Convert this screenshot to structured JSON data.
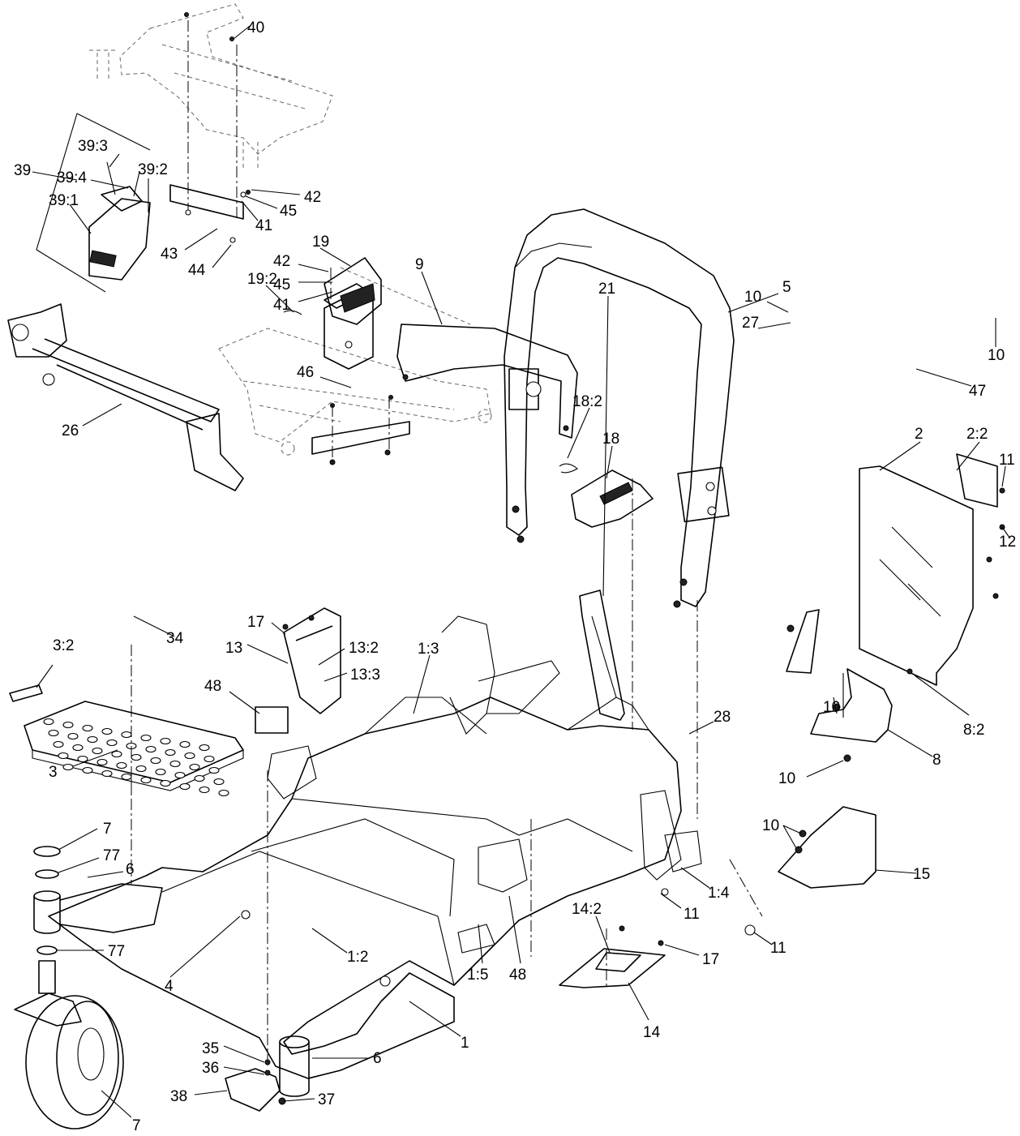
{
  "diagram": {
    "callouts": [
      "40",
      "39:3",
      "39",
      "39:4",
      "39:2",
      "39:1",
      "42",
      "45",
      "41",
      "43",
      "44",
      "42",
      "45",
      "41",
      "5",
      "46",
      "26",
      "18:2",
      "18",
      "2",
      "2:2",
      "11",
      "12",
      "19",
      "19:2",
      "9",
      "21",
      "10",
      "27",
      "10",
      "47",
      "3:2",
      "34",
      "17",
      "13",
      "13:2",
      "13:3",
      "1:3",
      "48",
      "10",
      "28",
      "8:2",
      "8",
      "3",
      "10",
      "15",
      "10",
      "7",
      "77",
      "6",
      "77",
      "4",
      "1:2",
      "11",
      "1:4",
      "11",
      "14:2",
      "17",
      "1:5",
      "48",
      "14",
      "1",
      "35",
      "36",
      "6",
      "38",
      "37",
      "7"
    ]
  }
}
